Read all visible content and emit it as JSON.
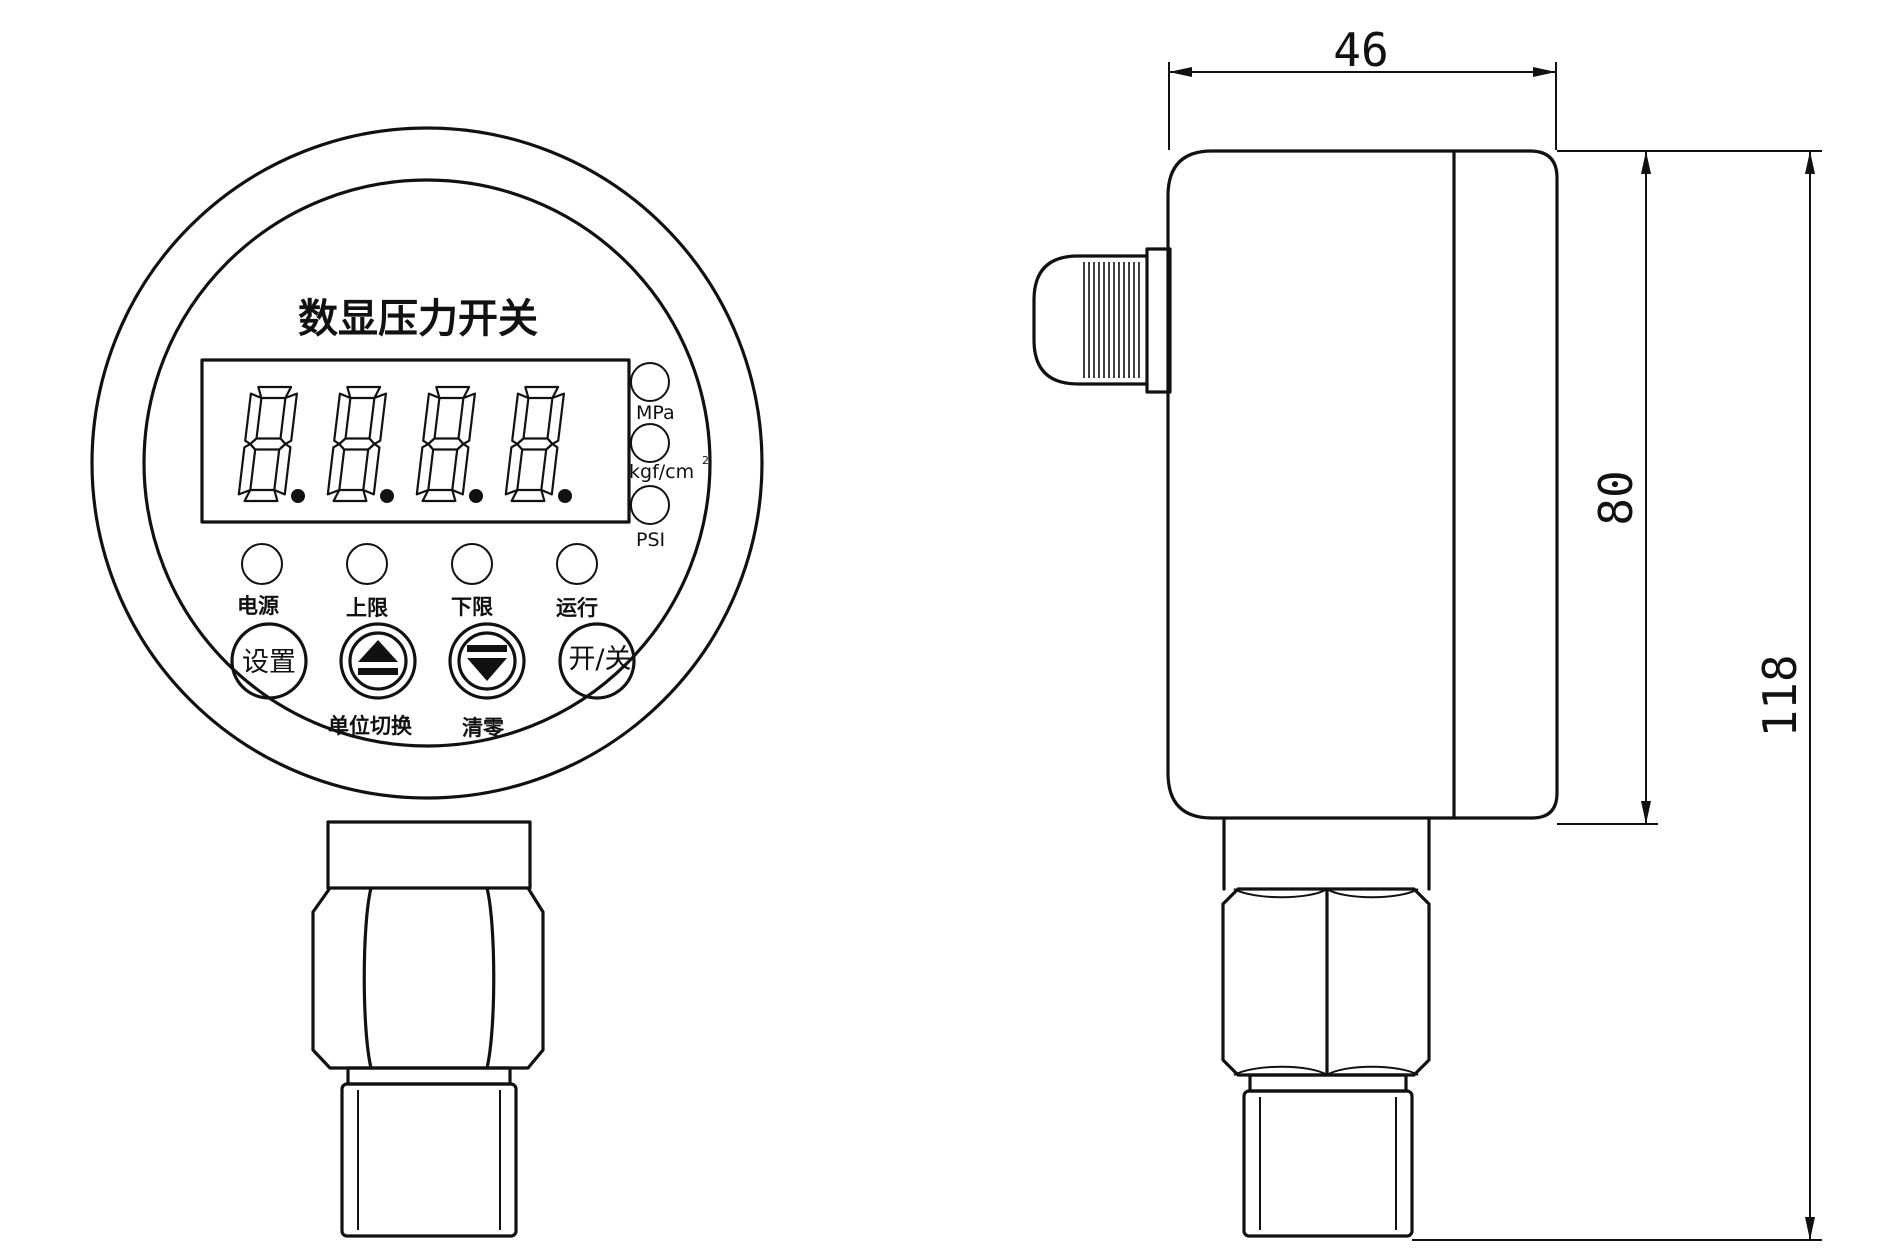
{
  "front_view": {
    "title": "数显压力开关",
    "display_digits": [
      "8",
      "8",
      "8",
      "8"
    ],
    "units": [
      "MPa",
      "kgf/cm",
      "PSI"
    ],
    "unit_superscript": "2",
    "indicator_lamps": [
      "电源",
      "上限",
      "下限",
      "运行"
    ],
    "buttons": {
      "set": "设置",
      "up_symbol": "triangle-up-with-bar",
      "down_symbol": "triangle-down-with-bar",
      "onoff": "开/关"
    },
    "button_functions": {
      "up": "单位切换",
      "down": "清零"
    }
  },
  "side_view": {
    "dimensions": {
      "width": "46",
      "body_height": "80",
      "total_height": "118"
    }
  }
}
